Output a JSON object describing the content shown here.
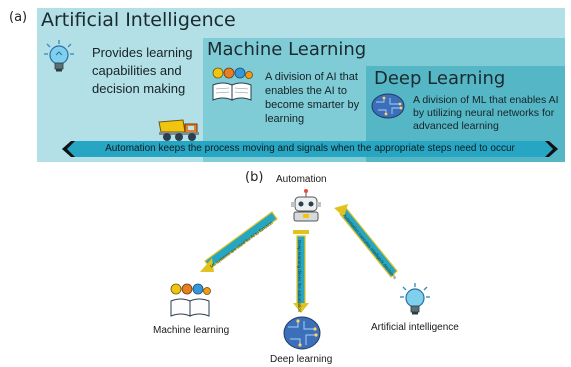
{
  "panel_a": {
    "letter": "(a)",
    "ai": {
      "title": "Artificial Intelligence",
      "description": "Provides learning capabilities and decision making",
      "icon": "lightbulb-icon"
    },
    "ml": {
      "title": "Machine Learning",
      "description": "A division of AI that enables the AI to become smarter by learning",
      "icon": "book-gears-icon"
    },
    "dl": {
      "title": "Deep Learning",
      "description": "A division of ML that enables AI by utilizing neural networks for advanced learning",
      "icon": "brain-circuit-icon"
    },
    "vehicle_icon": "dump-truck-icon",
    "banner": "Automation keeps the process moving and signals when the appropriate steps need to occur"
  },
  "panel_b": {
    "letter": "(b)",
    "automation": "Automation",
    "machine_learning": "Machine learning",
    "deep_learning": "Deep learning",
    "artificial_intelligence": "Artificial intelligence",
    "arrow_ml_text": "ML systems are used for AI to function",
    "arrow_dl_text": "Deep learning drives the automation",
    "arrow_ai_text": "Automation executes intelligent decisions"
  },
  "colors": {
    "ai_box": "#b3e0e6",
    "ml_box": "#7fccd6",
    "dl_box": "#55b7c6",
    "arrow_fill": "#27a6c4",
    "arrow_edge": "#e2c21e"
  }
}
